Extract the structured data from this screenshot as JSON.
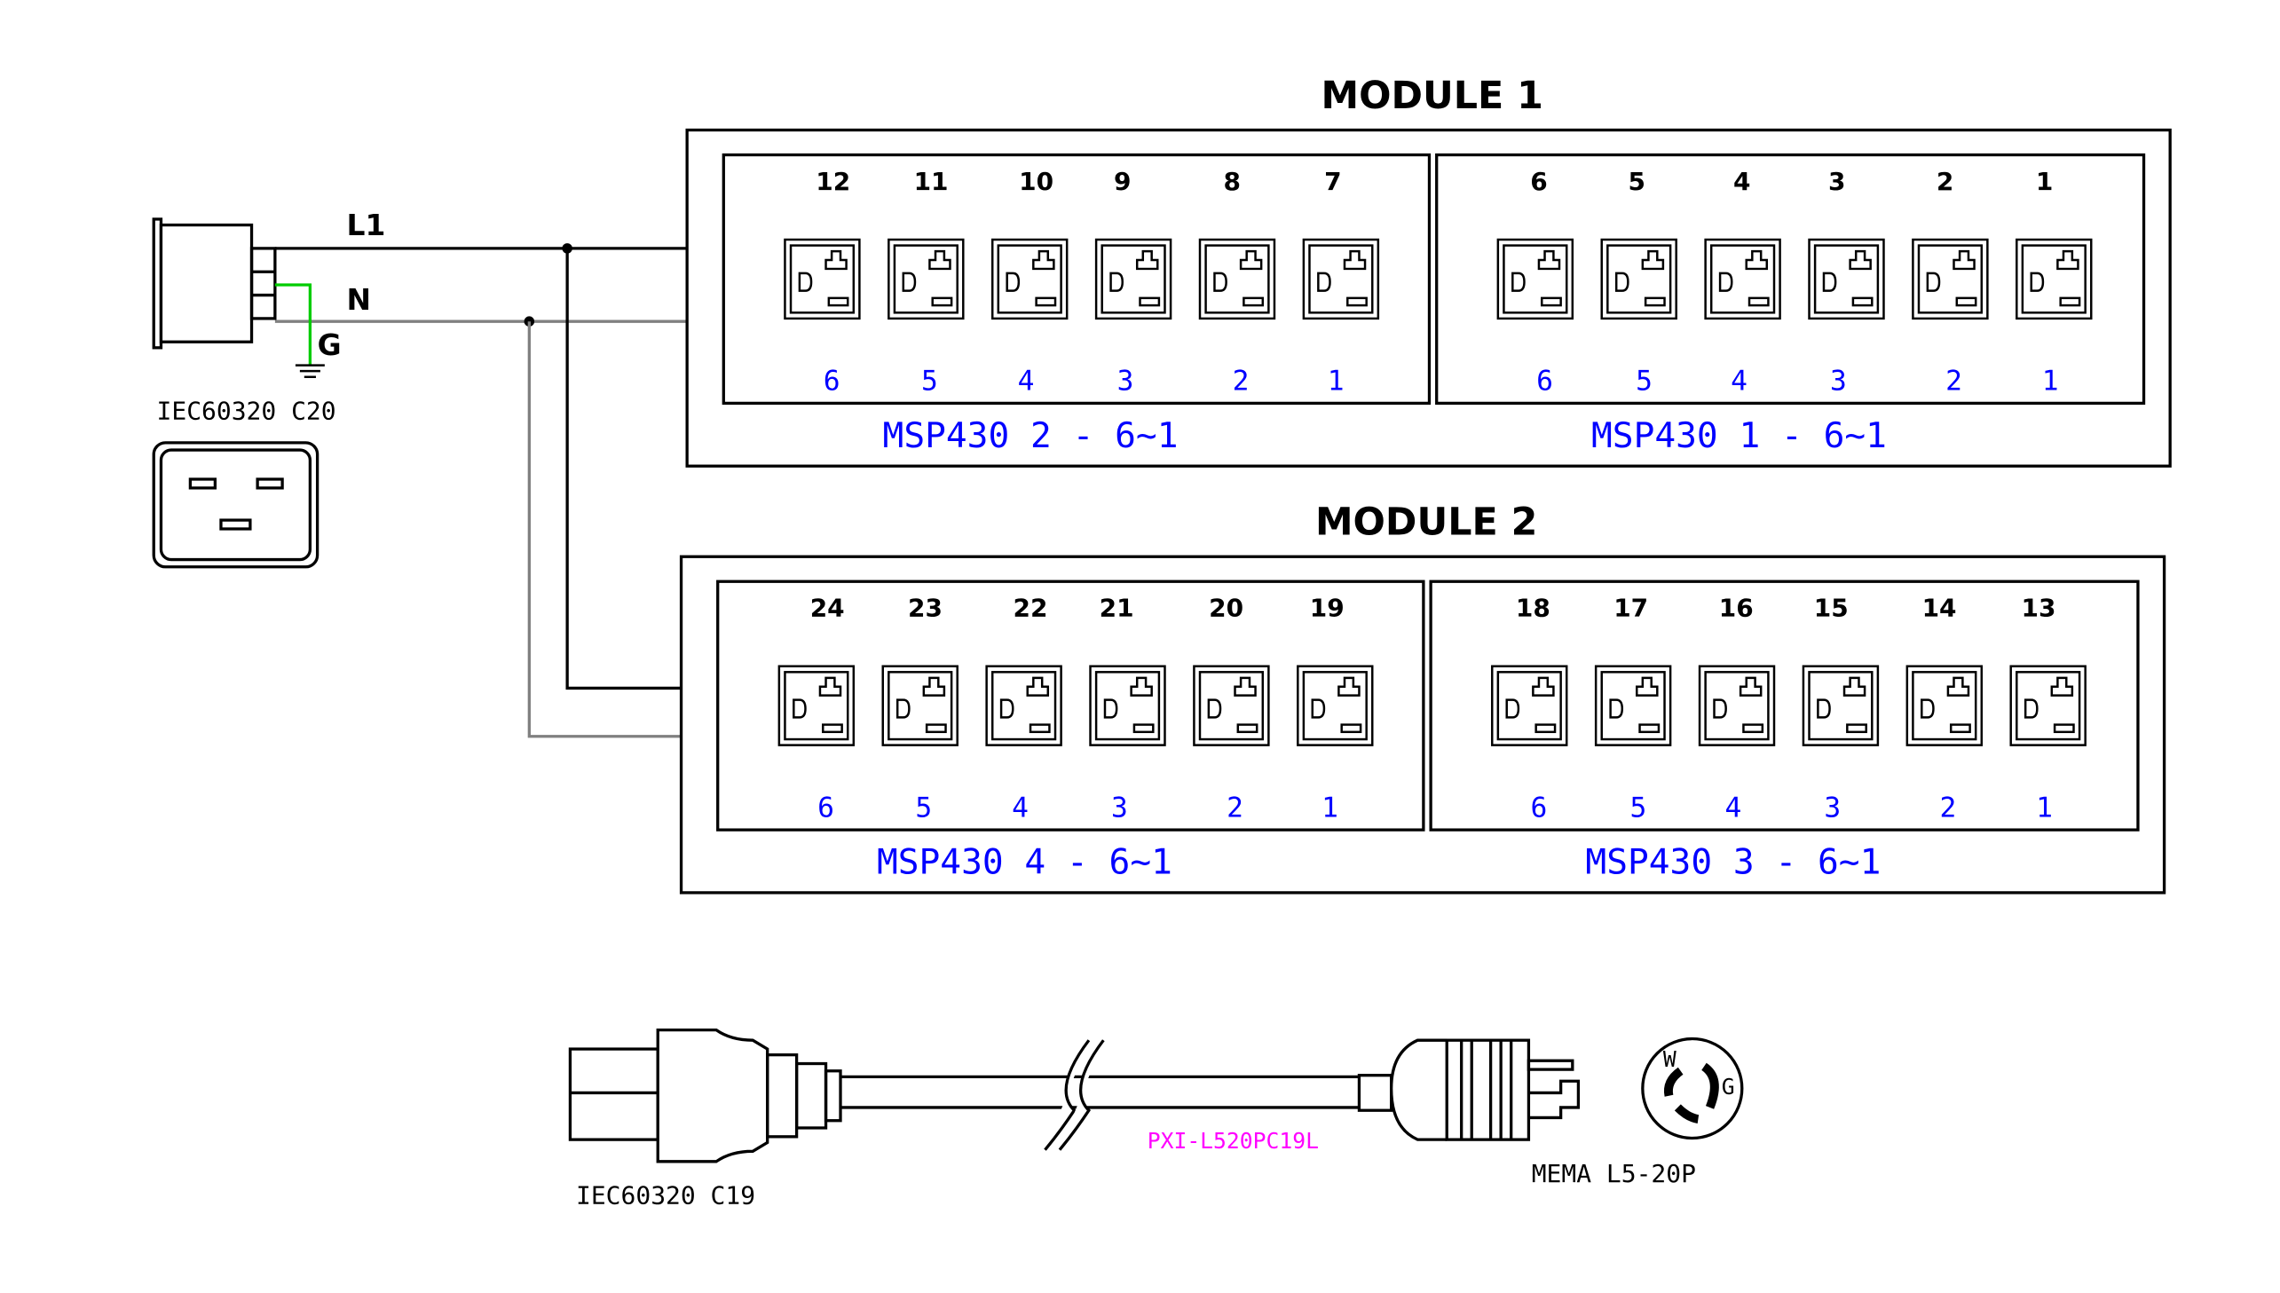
{
  "colors": {
    "line": "#000000",
    "neutral": "#808080",
    "ground": "#00cc00",
    "label_blue": "#0000ff",
    "part_number": "#ff00ff"
  },
  "modules": [
    {
      "title": "MODULE 1",
      "panels": [
        {
          "label": "MSP430 2 - 6~1",
          "outlets": [
            "12",
            "11",
            "10",
            "9",
            "8",
            "7"
          ],
          "channels": [
            "6",
            "5",
            "4",
            "3",
            "2",
            "1"
          ]
        },
        {
          "label": "MSP430 1 - 6~1",
          "outlets": [
            "6",
            "5",
            "4",
            "3",
            "2",
            "1"
          ],
          "channels": [
            "6",
            "5",
            "4",
            "3",
            "2",
            "1"
          ]
        }
      ]
    },
    {
      "title": "MODULE 2",
      "panels": [
        {
          "label": "MSP430 4 - 6~1",
          "outlets": [
            "24",
            "23",
            "22",
            "21",
            "20",
            "19"
          ],
          "channels": [
            "6",
            "5",
            "4",
            "3",
            "2",
            "1"
          ]
        },
        {
          "label": "MSP430 3 - 6~1",
          "outlets": [
            "18",
            "17",
            "16",
            "15",
            "14",
            "13"
          ],
          "channels": [
            "6",
            "5",
            "4",
            "3",
            "2",
            "1"
          ]
        }
      ]
    }
  ],
  "inlet": {
    "label": "IEC60320 C20",
    "wires": {
      "line": "L1",
      "neutral": "N",
      "ground": "G"
    }
  },
  "cable": {
    "connector_a": "IEC60320 C19",
    "part_number": "PXI-L520PC19L",
    "connector_b": "MEMA L5-20P",
    "pin_w": "W",
    "pin_g": "G"
  }
}
